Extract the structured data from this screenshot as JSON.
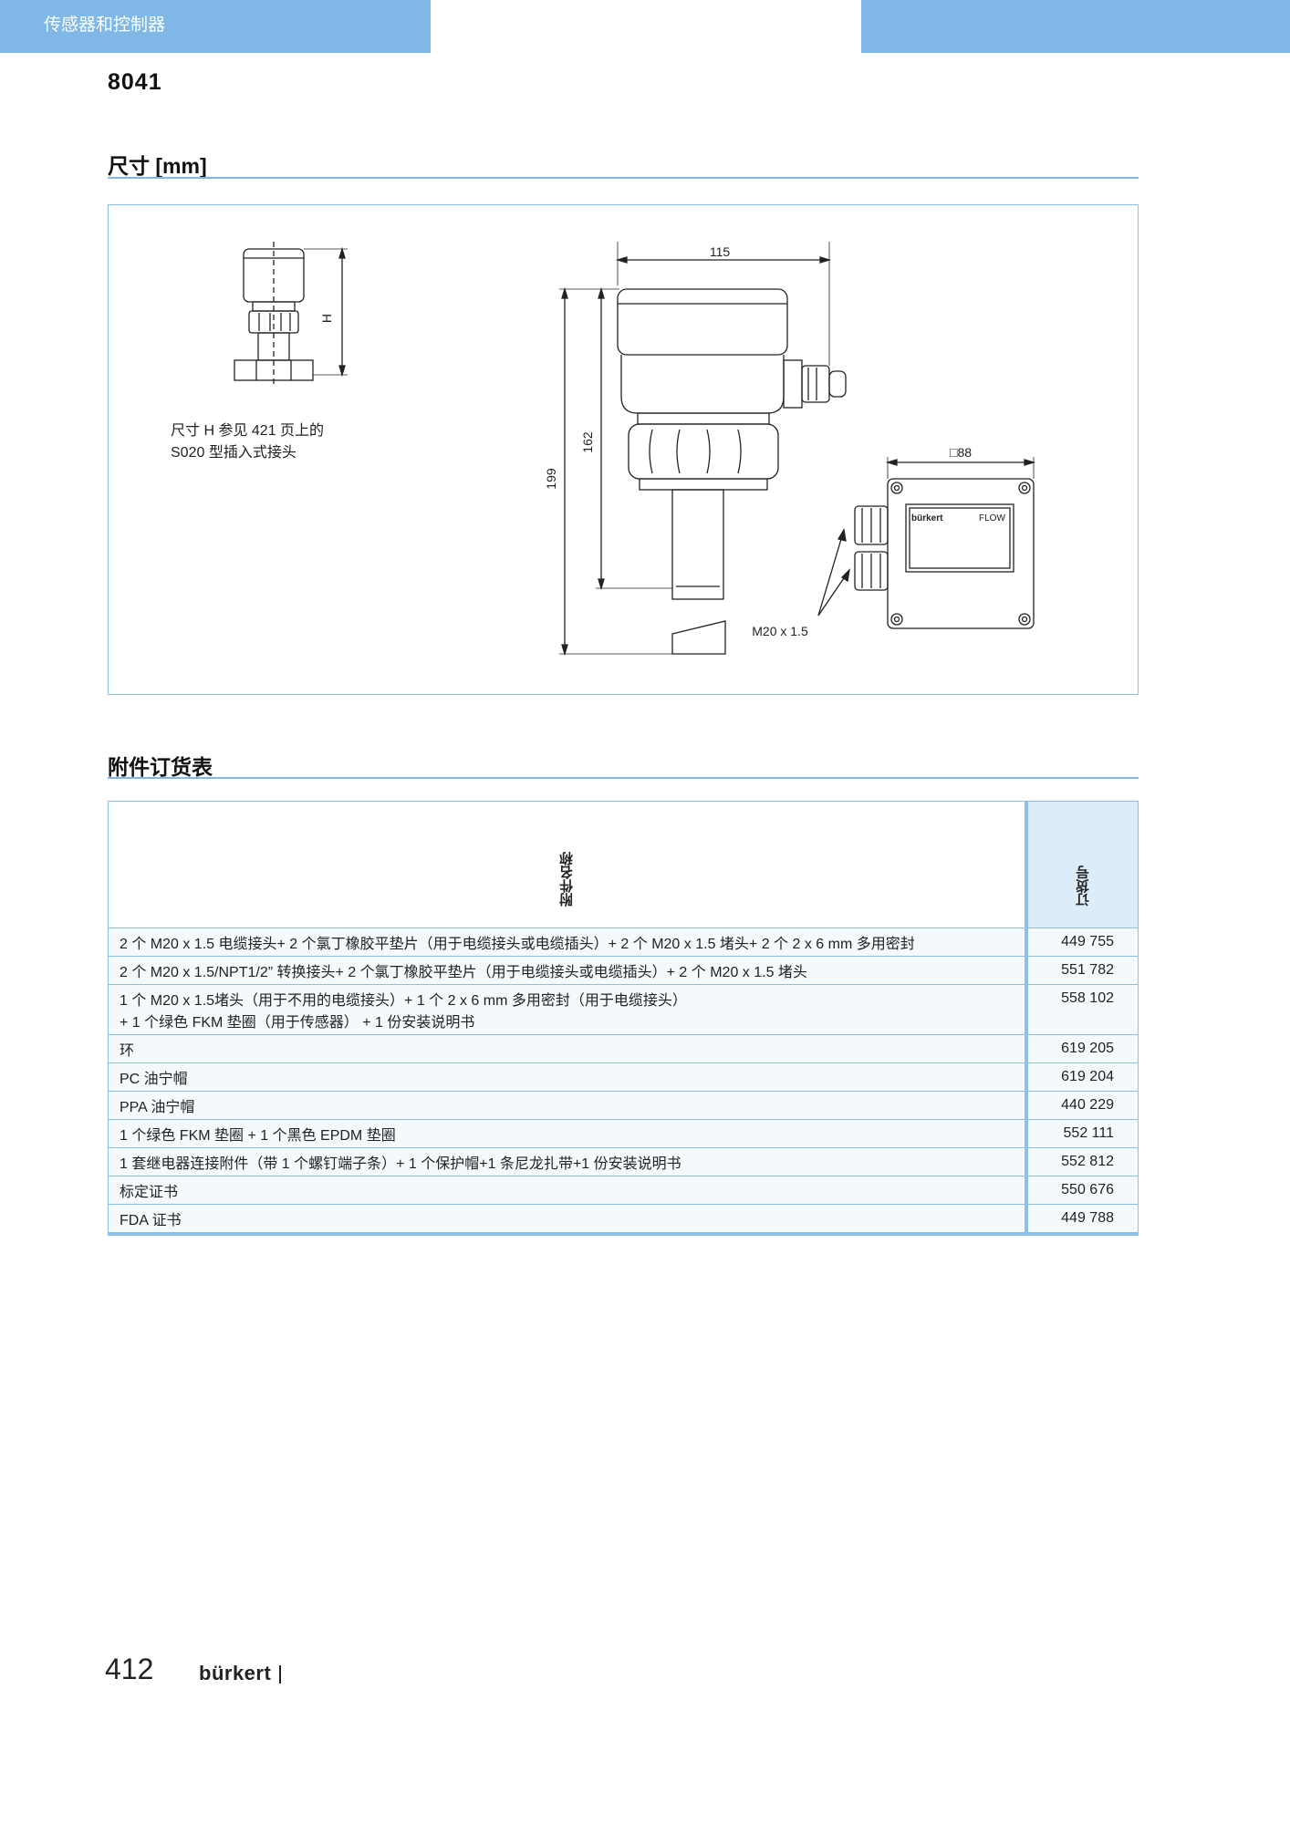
{
  "header": {
    "title": "传感器和控制器"
  },
  "model": "8041",
  "dimensions": {
    "title": "尺寸 [mm]",
    "note_lines": [
      "尺寸 H 参见 421 页上的",
      "S020 型插入式接头"
    ],
    "labels": {
      "h": "H",
      "w115": "115",
      "h162": "162",
      "h199": "199",
      "sq88": "□88",
      "thread": "M20 x 1.5",
      "flow": "FLOW",
      "logo": "bürkert"
    }
  },
  "accessories": {
    "title": "附件订货表",
    "columns": {
      "name": "附件名称",
      "order_no": "订货号"
    },
    "rows": [
      {
        "name": "2 个 M20 x 1.5 电缆接头+ 2 个氯丁橡胶平垫片（用于电缆接头或电缆插头）+ 2 个 M20 x 1.5 堵头+ 2 个 2 x 6 mm 多用密封",
        "order_no": "449 755"
      },
      {
        "name": "2 个 M20 x 1.5/NPT1/2” 转换接头+ 2 个氯丁橡胶平垫片（用于电缆接头或电缆插头）+ 2 个 M20 x 1.5 堵头",
        "order_no": "551 782"
      },
      {
        "name": "1 个 M20 x 1.5堵头（用于不用的电缆接头）+ 1 个 2 x 6 mm 多用密封（用于电缆接头）",
        "name2": "+ 1 个绿色 FKM 垫圈（用于传感器） + 1 份安装说明书",
        "order_no": "558 102"
      },
      {
        "name": "环",
        "order_no": "619 205"
      },
      {
        "name": "PC 油宁帽",
        "order_no": "619 204"
      },
      {
        "name": "PPA 油宁帽",
        "order_no": "440 229"
      },
      {
        "name": "1 个绿色 FKM 垫圈 + 1 个黑色 EPDM 垫圈",
        "order_no": "552 111"
      },
      {
        "name": "1 套继电器连接附件（带 1 个螺钉端子条）+ 1 个保护帽+1 条尼龙扎带+1 份安装说明书",
        "order_no": "552 812"
      },
      {
        "name": "标定证书",
        "order_no": "550 676"
      },
      {
        "name": "FDA 证书",
        "order_no": "449 788"
      }
    ]
  },
  "footer": {
    "page_number": "412",
    "brand": "bürkert"
  }
}
